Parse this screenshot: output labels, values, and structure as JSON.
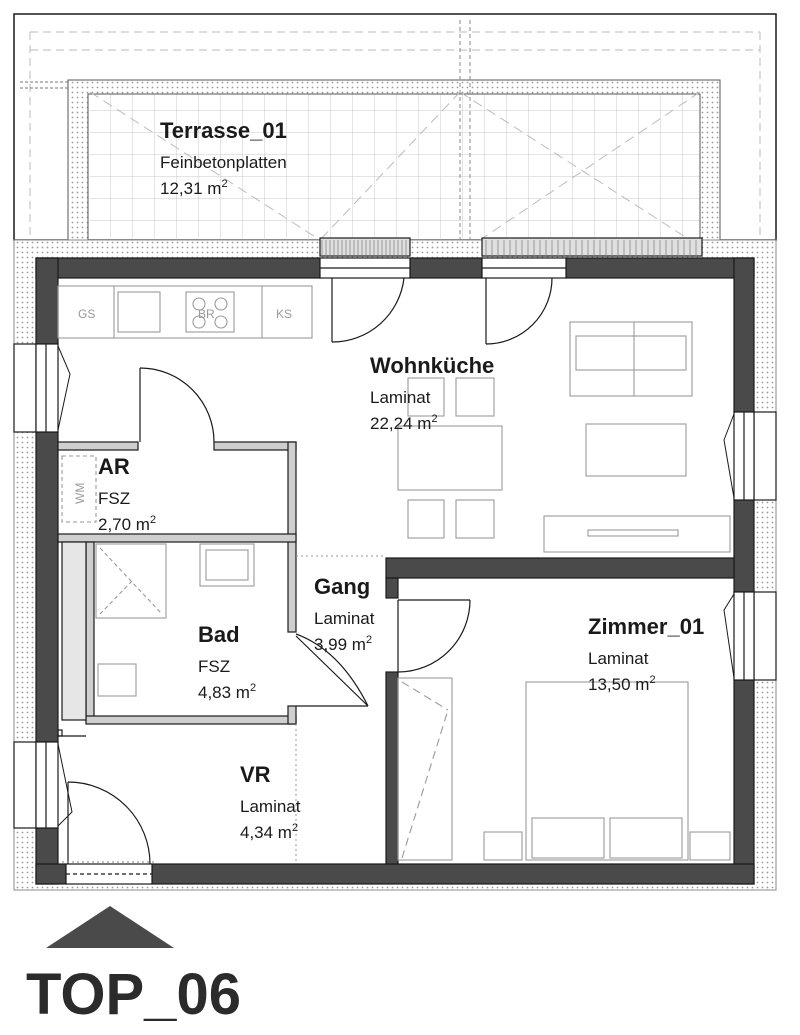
{
  "unit": {
    "title": "TOP_06"
  },
  "rooms": [
    {
      "id": "terrasse",
      "name": "Terrasse_01",
      "floor": "Feinbetonplatten",
      "area": "12,31 m",
      "unit_sup": "2"
    },
    {
      "id": "wohnkueche",
      "name": "Wohnküche",
      "floor": "Laminat",
      "area": "22,24 m",
      "unit_sup": "2"
    },
    {
      "id": "ar",
      "name": "AR",
      "floor": "FSZ",
      "area": "2,70 m",
      "unit_sup": "2"
    },
    {
      "id": "bad",
      "name": "Bad",
      "floor": "FSZ",
      "area": "4,83 m",
      "unit_sup": "2"
    },
    {
      "id": "gang",
      "name": "Gang",
      "floor": "Laminat",
      "area": "3,99 m",
      "unit_sup": "2"
    },
    {
      "id": "zimmer",
      "name": "Zimmer_01",
      "floor": "Laminat",
      "area": "13,50 m",
      "unit_sup": "2"
    },
    {
      "id": "vr",
      "name": "VR",
      "floor": "Laminat",
      "area": "4,34 m",
      "unit_sup": "2"
    }
  ],
  "fixtures": {
    "gs": "GS",
    "br": "BR",
    "ks": "KS",
    "wm": "WM"
  },
  "colors": {
    "wall": "#4a4a4a",
    "outline": "#1a1a1a",
    "grid": "#c8c8c8",
    "hatch": "#a8a8a8"
  }
}
